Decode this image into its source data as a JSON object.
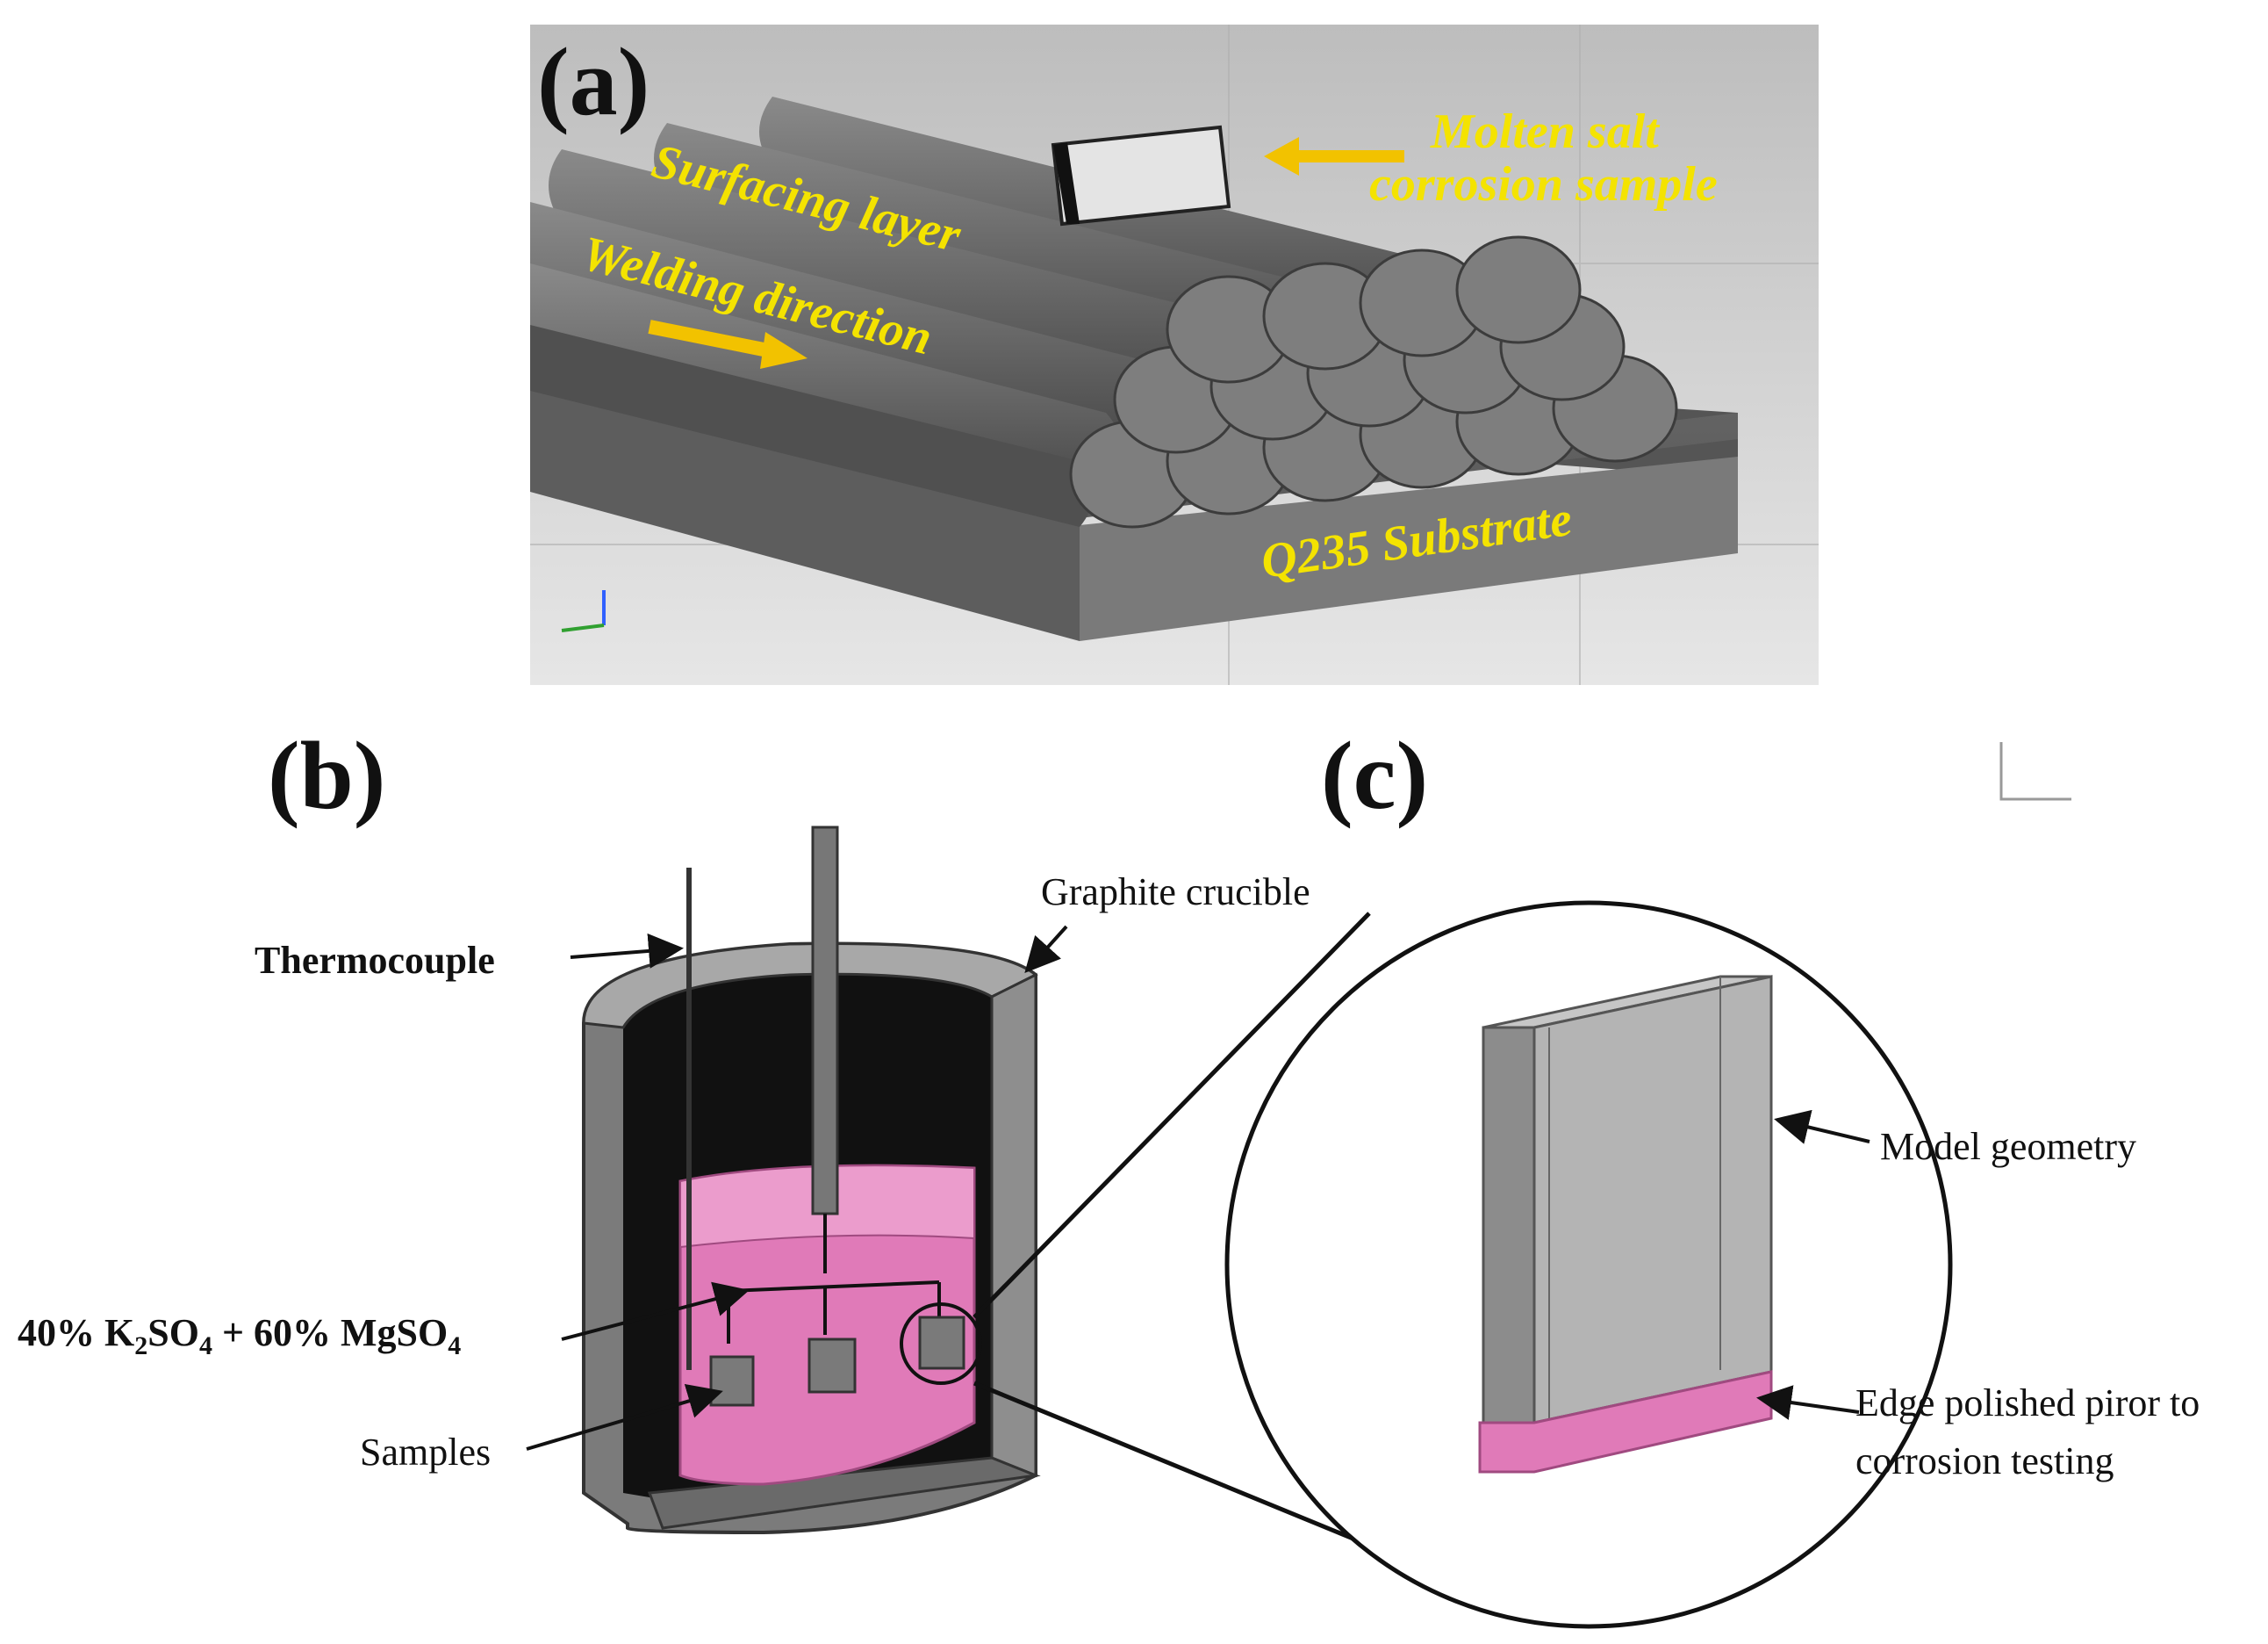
{
  "panels": {
    "a": {
      "label": "(a)",
      "molten_salt_label_line1": "Molten salt",
      "molten_salt_label_line2": "corrosion sample",
      "surfacing_layer": "Surfacing layer",
      "welding_direction": "Welding direction",
      "substrate": "Q235 Substrate"
    },
    "b": {
      "label": "(b)",
      "graphite_crucible": "Graphite crucible",
      "thermocouple": "Thermocouple",
      "salt_mixture": {
        "part1": "40% K",
        "sub1": "2",
        "part2": "SO",
        "sub2": "4",
        "part3": " + 60% MgSO",
        "sub3": "4"
      },
      "samples": "Samples"
    },
    "c": {
      "label": "(c)",
      "model_geometry": "Model geometry",
      "edge_polished_line1": "Edge polished piror to",
      "edge_polished_line2": "corrosion testing"
    }
  },
  "colors": {
    "salt_pink": "#e07ab8",
    "yellow_text": "#f4e300",
    "arrow_yellow": "#f2c200",
    "render_bg": "#c8c8c8"
  }
}
